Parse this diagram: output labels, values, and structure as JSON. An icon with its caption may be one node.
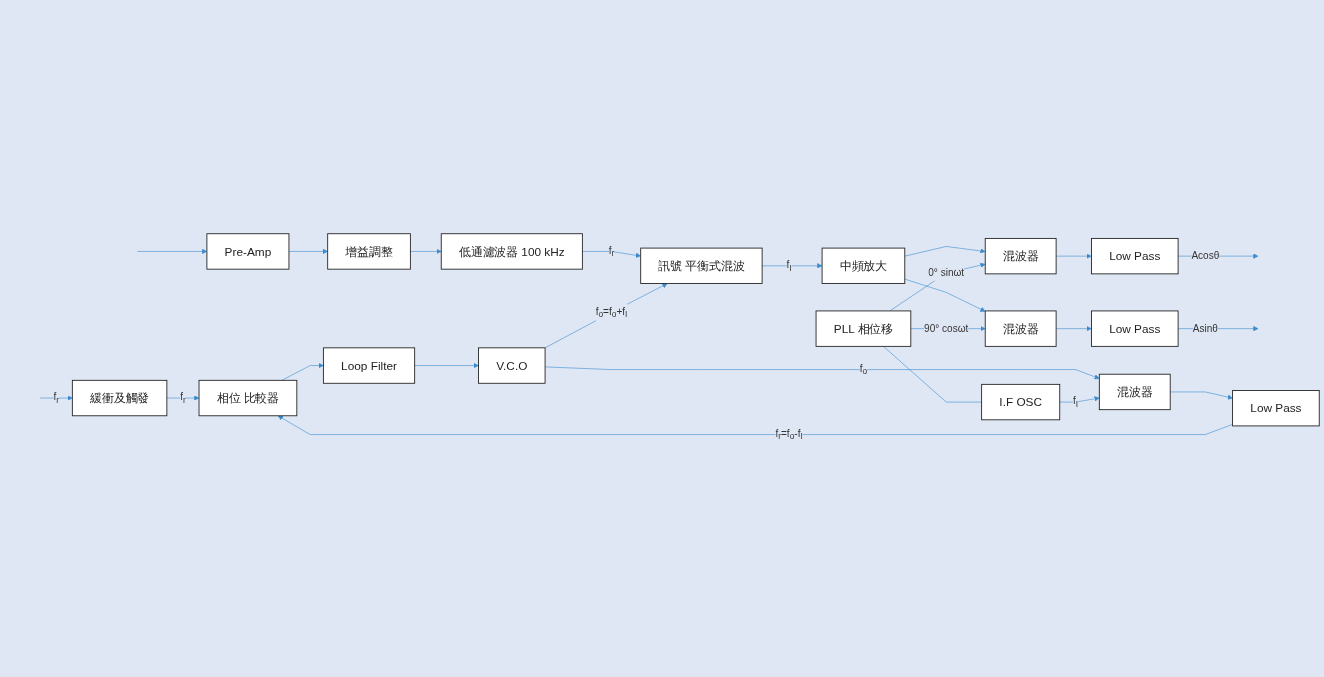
{
  "diagram": {
    "nodes": [
      {
        "text": [
          "Pre-Amp"
        ]
      },
      {
        "text": [
          "增益調整"
        ]
      },
      {
        "text": [
          "低通濾波器 100 kHz"
        ]
      },
      {
        "text": [
          "訊號 平衡式混波"
        ]
      },
      {
        "text": [
          "中頻放大"
        ]
      },
      {
        "text": [
          "緩衝及觸發"
        ]
      },
      {
        "text": [
          "相位 比較器"
        ]
      },
      {
        "text": [
          "Loop Filter"
        ]
      },
      {
        "text": [
          "V.C.O"
        ]
      },
      {
        "text": [
          "混波器"
        ]
      },
      {
        "text": [
          "混波器"
        ]
      },
      {
        "text": [
          "PLL 相位移"
        ]
      },
      {
        "text": [
          "I.F OSC"
        ]
      },
      {
        "text": [
          "混波器"
        ]
      },
      {
        "text": [
          "Low Pass"
        ]
      },
      {
        "text": [
          "Low Pass"
        ]
      },
      {
        "text": [
          "Low Pass"
        ]
      }
    ],
    "edges": [
      {
        "from": null,
        "to": 0,
        "arrow": "to"
      },
      {
        "from": 0,
        "to": 1,
        "arrow": "to"
      },
      {
        "from": 1,
        "to": 2,
        "arrow": "to"
      },
      {
        "from": 2,
        "to": 3,
        "arrow": "to",
        "label": "f$_{r}$"
      },
      {
        "from": 3,
        "to": 4,
        "arrow": "to",
        "label": "f$_{I}$"
      },
      {
        "from": null,
        "to": 5,
        "arrow": "to",
        "label": "f$_{r}$"
      },
      {
        "from": 5,
        "to": 6,
        "arrow": "to",
        "label": "f$_{r}$"
      },
      {
        "from": 6,
        "to": 7,
        "arrow": "to"
      },
      {
        "from": 7,
        "to": 8,
        "arrow": "to"
      },
      {
        "from": 8,
        "to": 3,
        "arrow": "to",
        "label": "f$_{o}$=f$_{o}$+f$_{I}$"
      },
      {
        "from": 4,
        "to": 9,
        "arrow": "to"
      },
      {
        "from": 4,
        "to": 10,
        "arrow": "to"
      },
      {
        "from": 8,
        "to": 13,
        "arrow": "to",
        "label": "f$_{o}$"
      },
      {
        "from": 11,
        "to": 12,
        "arrow": "none"
      },
      {
        "from": 12,
        "to": 13,
        "arrow": "to",
        "label": "f$_{I}$"
      },
      {
        "from": 13,
        "to": 16,
        "arrow": "to"
      },
      {
        "from": 16,
        "to": 6,
        "arrow": "to",
        "label": "f$_{r}$=f$_{o}$-f$_{I}$"
      },
      {
        "from": 11,
        "to": 9,
        "arrow": "to",
        "label": "0° sinωt"
      },
      {
        "from": 11,
        "to": 10,
        "arrow": "to",
        "label": "90° cosωt"
      },
      {
        "from": 9,
        "to": 14,
        "arrow": "to"
      },
      {
        "from": 10,
        "to": 15,
        "arrow": "to"
      },
      {
        "from": 14,
        "to": null,
        "arrow": "to",
        "label": "Acosθ"
      },
      {
        "from": 15,
        "to": null,
        "arrow": "to",
        "label": "Asinθ"
      }
    ]
  }
}
